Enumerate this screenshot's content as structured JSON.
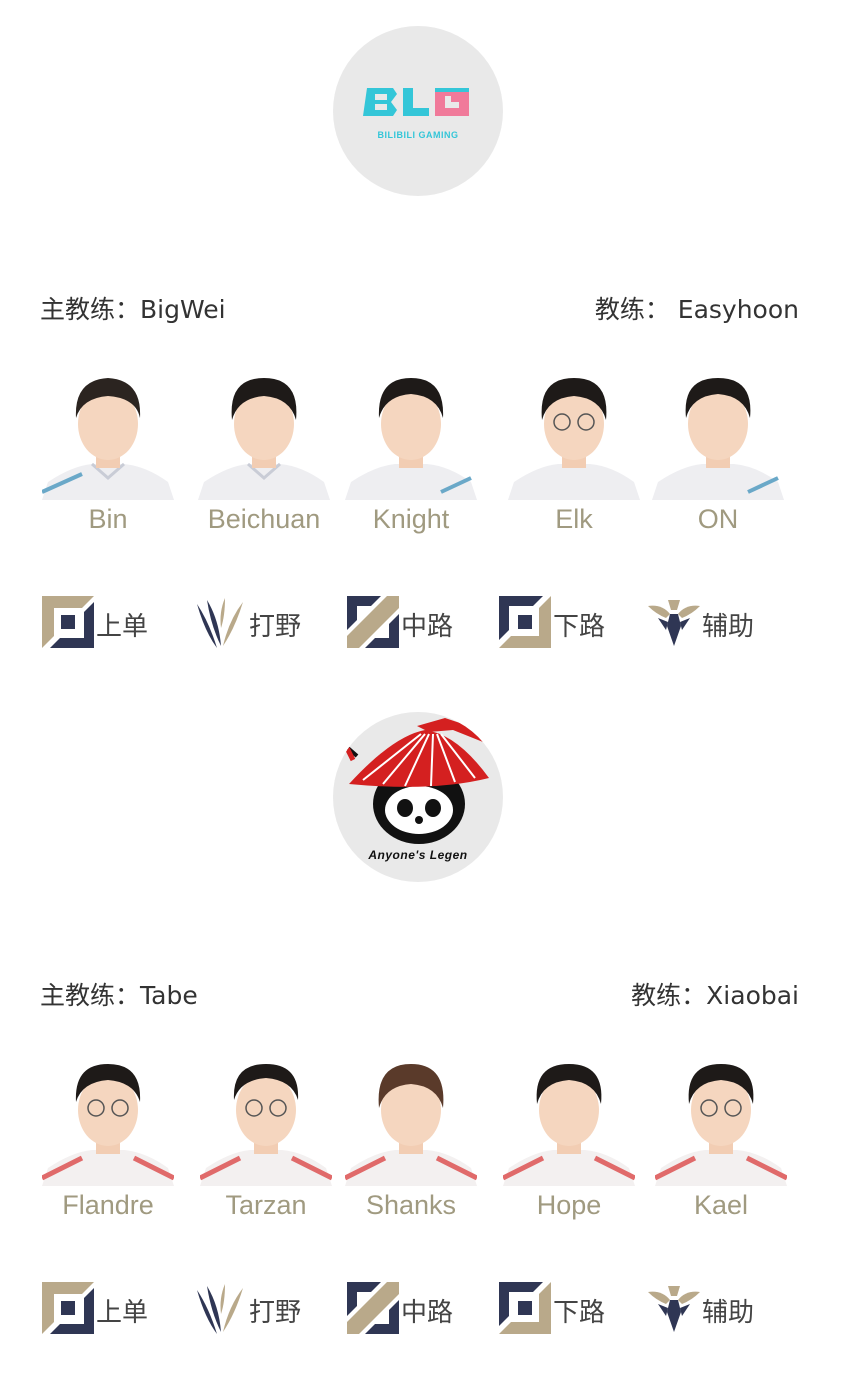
{
  "teams": [
    {
      "logo_name": "bilibili-gaming-logo",
      "logo_text": "BLG",
      "logo_subtext": "BILIBILI GAMING",
      "head_coach_label": "主教练：",
      "head_coach": "BigWei",
      "coach_label": "教练：",
      "coach": "Easyhoon",
      "players": [
        {
          "name": "Bin"
        },
        {
          "name": "Beichuan"
        },
        {
          "name": "Knight"
        },
        {
          "name": "Elk"
        },
        {
          "name": "ON"
        }
      ],
      "roles": [
        {
          "label": "上单",
          "icon": "top-lane-icon"
        },
        {
          "label": "打野",
          "icon": "jungle-icon"
        },
        {
          "label": "中路",
          "icon": "mid-lane-icon"
        },
        {
          "label": "下路",
          "icon": "bot-lane-icon"
        },
        {
          "label": "辅助",
          "icon": "support-icon"
        }
      ]
    },
    {
      "logo_name": "anyones-legend-logo",
      "logo_subtext": "Anyone's Legen",
      "head_coach_label": "主教练：",
      "head_coach": "Tabe",
      "coach_label": "教练：",
      "coach": "Xiaobai",
      "players": [
        {
          "name": "Flandre"
        },
        {
          "name": "Tarzan"
        },
        {
          "name": "Shanks"
        },
        {
          "name": "Hope"
        },
        {
          "name": "Kael"
        }
      ],
      "roles": [
        {
          "label": "上单",
          "icon": "top-lane-icon"
        },
        {
          "label": "打野",
          "icon": "jungle-icon"
        },
        {
          "label": "中路",
          "icon": "mid-lane-icon"
        },
        {
          "label": "下路",
          "icon": "bot-lane-icon"
        },
        {
          "label": "辅助",
          "icon": "support-icon"
        }
      ]
    }
  ],
  "colors": {
    "name_text": "#a09a80",
    "role_gold": "#b9a98a",
    "role_navy": "#2f3654",
    "blg_cyan": "#34c6d8",
    "blg_pink": "#f07a9a",
    "al_red": "#d42020",
    "logo_bg": "#e9e9e9"
  }
}
